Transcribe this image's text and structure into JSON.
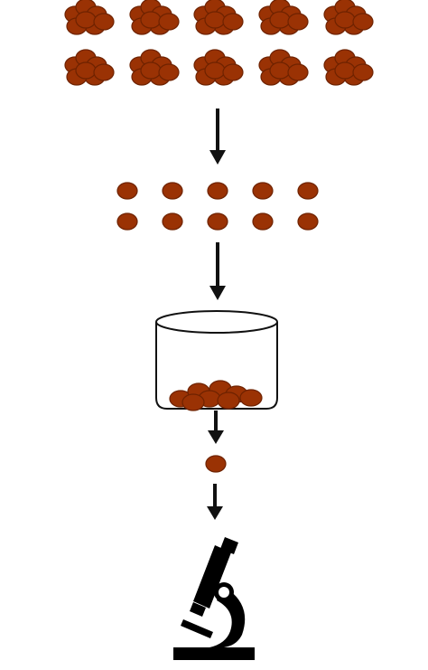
{
  "colors": {
    "cell_fill": "#9A3204",
    "cell_stroke": "#6E2200",
    "line": "#111111",
    "microscope": "#000000",
    "background": "#ffffff"
  },
  "cluster_rows": 2,
  "clusters_per_row": 5,
  "cells_per_cluster": 7,
  "single_cell_rows": 2,
  "single_cells_per_row": 5,
  "container_cell_count": 8,
  "isolated_cell_count": 1,
  "arrow_count": 4,
  "final_icon": "microscope-icon"
}
